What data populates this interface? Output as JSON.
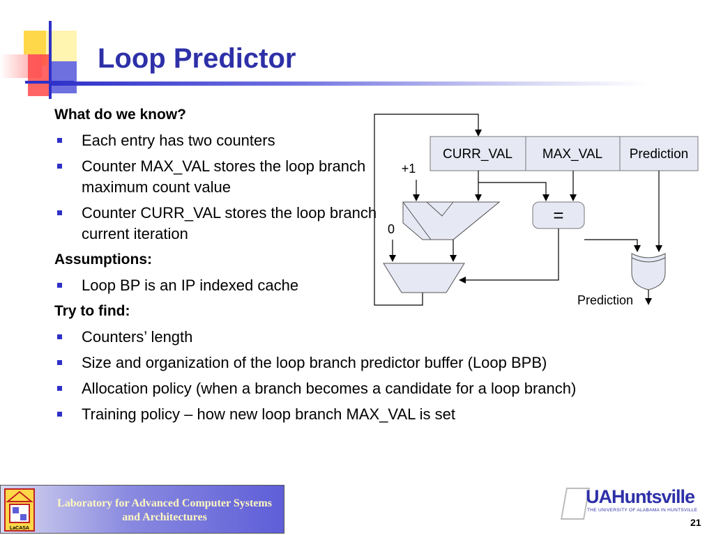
{
  "slide": {
    "title": "Loop Predictor",
    "page_number": "21"
  },
  "content": {
    "known_heading": "What do we know?",
    "known_items": [
      "Each entry has two counters",
      "Counter MAX_VAL stores the loop branch maximum count value",
      "Counter CURR_VAL stores the loop branch current iteration"
    ],
    "assumptions_heading": "Assumptions:",
    "assumptions_items": [
      "Loop BP is an IP indexed cache"
    ],
    "find_heading": "Try to find:",
    "find_items": [
      "Counters’ length",
      "Size and organization of the loop branch predictor buffer (Loop BPB)",
      "Allocation policy (when a branch becomes a candidate for a loop branch)",
      "Training policy – how new loop branch MAX_VAL is set"
    ]
  },
  "diagram": {
    "table_headers": [
      "CURR_VAL",
      "MAX_VAL",
      "Prediction"
    ],
    "plus_one": "+1",
    "zero": "0",
    "comparator": "=",
    "output_label": "Prediction"
  },
  "footer": {
    "lab_name": "Laboratory for Advanced Computer Systems and Architectures",
    "lab_logo_text": "LaCASA",
    "university_name": "UAHuntsville",
    "university_subtitle": "THE UNIVERSITY OF ALABAMA IN HUNTSVILLE"
  },
  "colors": {
    "title": "#2e30a8",
    "bullet": "#2e30c8",
    "diagram_fill": "#e6e8f4"
  }
}
